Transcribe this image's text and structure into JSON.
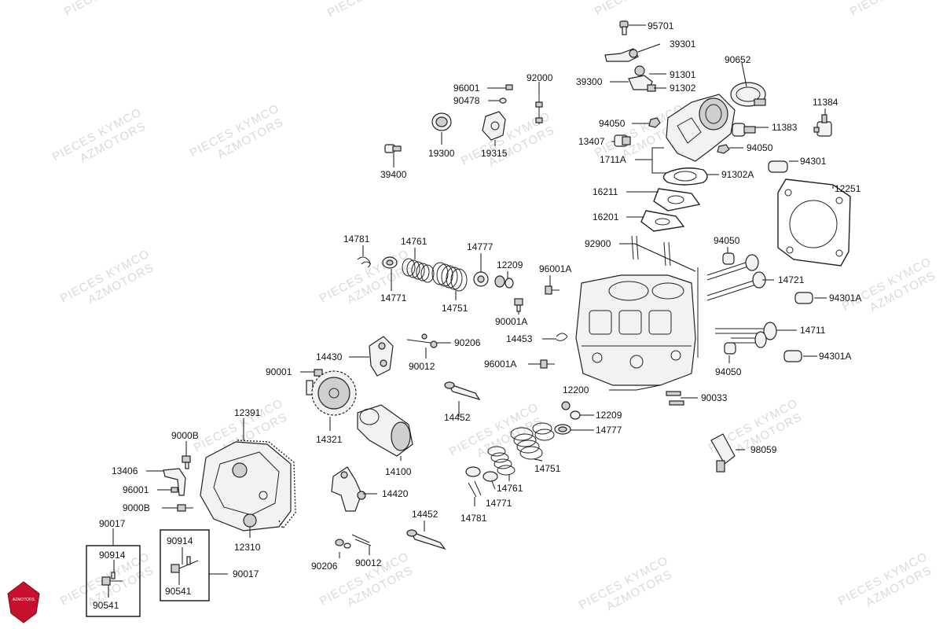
{
  "diagram": {
    "watermark_lines": [
      "PIECES KYMCO",
      "AZMOTORS"
    ],
    "logo_text": "AZMOTORS",
    "colors": {
      "line": "#111111",
      "part_fill": "#f2f2f2",
      "part_dark": "#cfcfcf",
      "watermark": "#d9d9d9",
      "logo_red": "#c8102e"
    },
    "labels": {
      "l95701": "95701",
      "l39301": "39301",
      "l90652": "90652",
      "l91301": "91301",
      "l39300": "39300",
      "l91302": "91302",
      "l96001a": "96001",
      "l92000": "92000",
      "l90478": "90478",
      "l11384": "11384",
      "l94050a": "94050",
      "l11383": "11383",
      "l19300": "19300",
      "l19315": "19315",
      "l13407": "13407",
      "l94050b": "94050",
      "l1711a": "1711A",
      "l94301a": "94301",
      "l39400": "39400",
      "l91302a": "91302A",
      "l16211": "16211",
      "l12251": "12251",
      "l16201": "16201",
      "l14781a": "14781",
      "l14761a": "14761",
      "l14777a": "14777",
      "l92900": "92900",
      "l94050c": "94050",
      "l12209a": "12209",
      "l96001A1": "96001A",
      "l14721": "14721",
      "l14771a": "14771",
      "l14751a": "14751",
      "l90001A": "90001A",
      "l94301A1": "94301A",
      "l14711": "14711",
      "l90206a": "90206",
      "l14453": "14453",
      "l14430": "14430",
      "l90012a": "90012",
      "l94301A2": "94301A",
      "l96001A2": "96001A",
      "l90001": "90001",
      "l94050d": "94050",
      "l12200": "12200",
      "l90033": "90033",
      "l12391": "12391",
      "l12209b": "12209",
      "l14777b": "14777",
      "l14452a": "14452",
      "l14321": "14321",
      "l9000Ba": "9000B",
      "l98059": "98059",
      "l14751b": "14751",
      "l13406": "13406",
      "l14100": "14100",
      "l14761b": "14761",
      "l96001b": "96001",
      "l14771b": "14771",
      "l14420": "14420",
      "l9000Bb": "9000B",
      "l14781b": "14781",
      "l14452b": "14452",
      "l90017a": "90017",
      "l12310": "12310",
      "l90914a": "90914",
      "l90914b": "90914",
      "l90206b": "90206",
      "l90012b": "90012",
      "l90017b": "90017",
      "l90541a": "90541",
      "l90541b": "90541"
    }
  }
}
